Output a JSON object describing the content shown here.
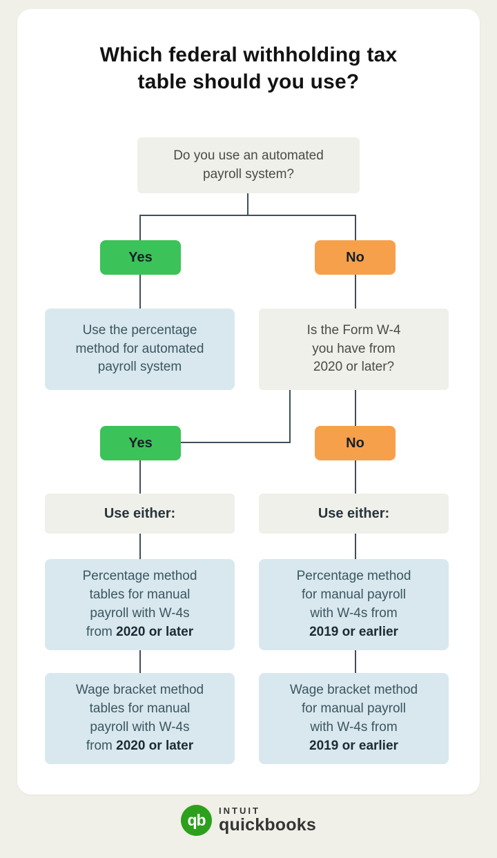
{
  "title": "Which federal withholding tax\ntable should you use?",
  "flow": {
    "q1": "Do you use an automated\npayroll system?",
    "branch1": {
      "yes": "Yes",
      "no": "No"
    },
    "auto_result": "Use the percentage\nmethod for automated\npayroll system",
    "q2": "Is the Form W-4\nyou have from\n2020 or later?",
    "branch2": {
      "yes": "Yes",
      "no": "No"
    },
    "use_either_left": "Use either:",
    "use_either_right": "Use either:",
    "pct_left": {
      "text": "Percentage method\ntables for manual\npayroll with W-4s\nfrom ",
      "bold": "2020 or later"
    },
    "pct_right": {
      "text": "Percentage method\nfor manual payroll\nwith W-4s from\n",
      "bold": "2019 or earlier"
    },
    "wage_left": {
      "text": "Wage bracket method\ntables for manual\npayroll with W-4s\nfrom ",
      "bold": "2020 or later"
    },
    "wage_right": {
      "text": "Wage bracket method\nfor manual payroll\nwith W-4s from\n",
      "bold": "2019 or earlier"
    }
  },
  "footer": {
    "logo_monogram": "qb",
    "brand_top": "INTUIT",
    "brand_bottom": "quickbooks"
  },
  "colors": {
    "background": "#f0efe8",
    "card": "#ffffff",
    "yes_green": "#3bc258",
    "no_orange": "#f6a04b",
    "result_blue": "#d8e8ee",
    "question_gray": "#f0f0ea",
    "connector": "#3e4d59",
    "logo_green": "#2ca01c"
  }
}
